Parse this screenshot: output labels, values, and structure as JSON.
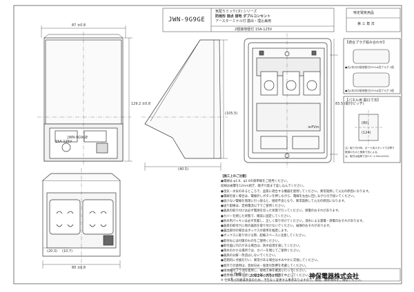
{
  "title_block": {
    "series": "気配りミッケ(タ) シリーズ",
    "product_name": "防雨形 接点 接地 ダブルコンセント",
    "product_sub": "アースターミナル付 露出・埋込兼用",
    "rating": "2極接地極付 15A-125V",
    "model": "JWN-9G9GE",
    "label_special": "特定電気用品",
    "label_angle": "第 三 角 法",
    "date": "2022年07月07日",
    "company": "神保電器株式会社",
    "stamp": "作成"
  },
  "dimensions": {
    "front_width": "87 ±0.8",
    "front_height": "129.2 ±0.8",
    "side_height": "(105.5)",
    "side_depth": "(40.5)",
    "plate_pitch": "83.5 (取付ピッチ)",
    "bottom_width": "80 ±0.8",
    "bottom_a": "(20.3)",
    "bottom_b": "(10.7)"
  },
  "labels": {
    "cover_text": "JWN-9G9GE",
    "rating_small": "15A 125V",
    "pvm": "≫PVm",
    "side_panel_title": "【適合プラグ組み合わせ】",
    "plug_note_1": "●丸2本刃の接地極付2P15A用プラグ 1個",
    "plug_note_2": "●丸2本刃の接地極付2P15A用プラグ 2個",
    "panel_cut_title": "【パネル用 開口寸法】",
    "cut_w": "(80)",
    "cut_h": "(124)",
    "cut_note_1": "注）取り付け時、ボード用スタッド寸法寄り",
    "cut_note_2": "推奨のものと推奨寸法による。",
    "cut_note_3": "は、取付は板厚寸法0.5~1.5mm(SUS)"
  },
  "notes": {
    "heading": "【施工上のご注意】",
    "items": [
      "●電線は φ1.6、φ2.0の銅単線をご使用ください。",
      "  結線は被覆を12mm剥ぎ、端子穴奥まで差し込んでください。",
      "●湿気・水気のあるところで、品質に適合する機器を使用してください。異常発熱して火災の原因になります。",
      "●電線を抜く場合は、電線外しボタンを押しながら、電線を左右に回しながら引き抜いてください。",
      "●抜けない電線を無理に引っ張ると、接続不良となり、異常発熱して火災の原因になります。",
      "●送り配線は、定格電流以下でご使用ください。",
      "●器具の取り付けは必ず電源を切った状態で行ってください。感電のおそれがあります。",
      "●カバーを閉じた状態で、確実に固定してください。",
      "●防水用パッキンは必ず装着し、正しく取り付けてください。浸水による漏電・感電のおそれがあります。",
      "●器具の取付穴に他の器具を取り付けないでください。破損のおそれがあります。",
      "●露出取付の場合はボックスの使用を推奨します。",
      "●ボックスに取り付ける際、配線スペースに注意してください。",
      "●取付ねじは付属のものをご使用ください。",
      "●取付面に凹凸がある場合は、防水処理を施してください。",
      "●雨水のかかる場所では、カバーを閉じてご使用ください。",
      "●器具の分解・改造はしないでください。",
      "●定期的に点検を行い、異常がある場合はすみやかに交換してください。",
      "●屋外での使用は、直射日光・塩害の影響を考慮してください。",
      "●接地極付プラグを使用し、接地工事を確実に行ってください。",
      "●使用中に異常を感じた場合は、直ちに使用を中止してください。",
      "※ 仕様及び外観は改良のため、予告なく変更する事がありますので、都度、最新資料をご確認ください。"
    ]
  },
  "colors": {
    "line": "#333333",
    "border": "#555555",
    "light_fill": "#eeeeee",
    "mid_fill": "#cccccc",
    "dark_fill": "#666666"
  }
}
